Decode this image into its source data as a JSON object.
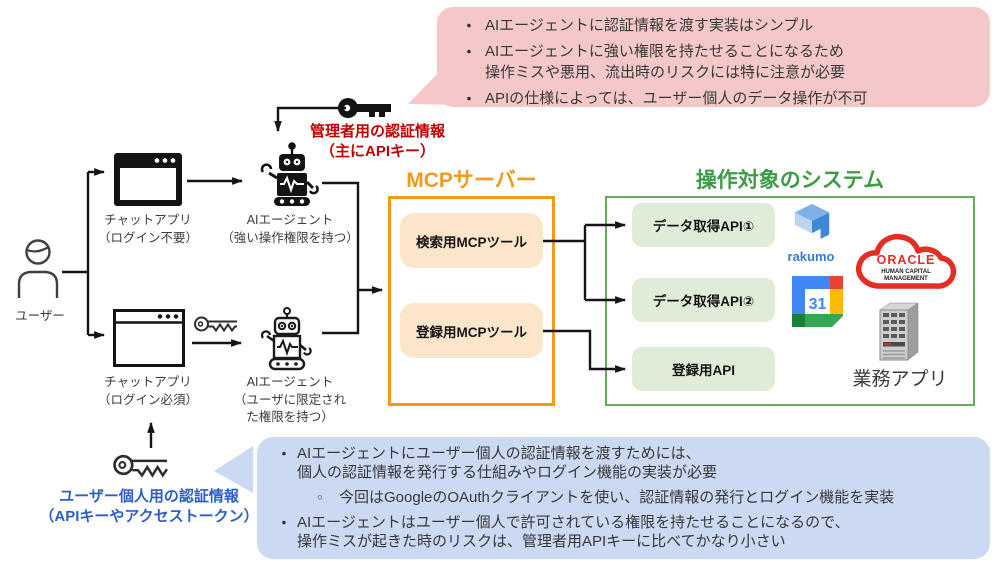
{
  "colors": {
    "bubble-pink": "#F4C8C8",
    "bubble-blue": "#CBD9F3",
    "accent-orange": "#F39A1C",
    "orange-fill": "#FBE6CB",
    "accent-green": "#3E9B45",
    "green-border": "#66A95F",
    "green-fill": "#DFEDD8",
    "label-red": "#C00000",
    "label-blue": "#2B5FC7"
  },
  "nodes": {
    "user": {
      "label": "ユーザー"
    },
    "chat_public": {
      "label": "チャットアプリ\n（ログイン不要）"
    },
    "agent_admin": {
      "label": "AIエージェント\n（強い操作権限を持つ）"
    },
    "chat_login": {
      "label": "チャットアプリ\n（ログイン必須）"
    },
    "agent_user": {
      "label": "AIエージェント\n（ユーザに限定され\nた権限を持つ）"
    },
    "admin_credential": {
      "label": "管理者用の認証情報\n（主にAPIキー）"
    },
    "user_credential": {
      "label": "ユーザー個人用の認証情報\n（APIキーやアクセストークン）"
    }
  },
  "mcp": {
    "title": "MCPサーバー",
    "tools": [
      {
        "label": "検索用MCPツール"
      },
      {
        "label": "登録用MCPツール"
      }
    ]
  },
  "target": {
    "title": "操作対象のシステム",
    "apis": [
      {
        "label": "データ取得API①"
      },
      {
        "label": "データ取得API②"
      },
      {
        "label": "登録用API"
      }
    ],
    "logos": {
      "rakumo": {
        "name": "rakumo"
      },
      "google_calendar": {
        "day": "31"
      },
      "oracle": {
        "brand": "ORACLE",
        "line1": "HUMAN CAPITAL",
        "line2": "MANAGEMENT"
      }
    },
    "app_label": "業務アプリ"
  },
  "callouts": {
    "admin": {
      "items": [
        {
          "marker": "●",
          "text": "AIエージェントに認証情報を渡す実装はシンプル"
        },
        {
          "marker": "●",
          "text": "AIエージェントに強い権限を持たせることになるため\n操作ミスや悪用、流出時のリスクには特に注意が必要"
        },
        {
          "marker": "●",
          "text": "APIの仕様によっては、ユーザー個人のデータ操作が不可"
        }
      ]
    },
    "user": {
      "items": [
        {
          "marker": "●",
          "text": "AIエージェントにユーザー個人の認証情報を渡すためには、\n個人の認証情報を発行する仕組みやログイン機能の実装が必要"
        },
        {
          "marker": "○",
          "text": "今回はGoogleのOAuthクライアントを使い、認証情報の発行とログイン機能を実装"
        },
        {
          "marker": "●",
          "text": "AIエージェントはユーザー個人で許可されている権限を持たせることになるので、\n操作ミスが起きた時のリスクは、管理者用APIキーに比べてかなり小さい"
        }
      ]
    }
  }
}
